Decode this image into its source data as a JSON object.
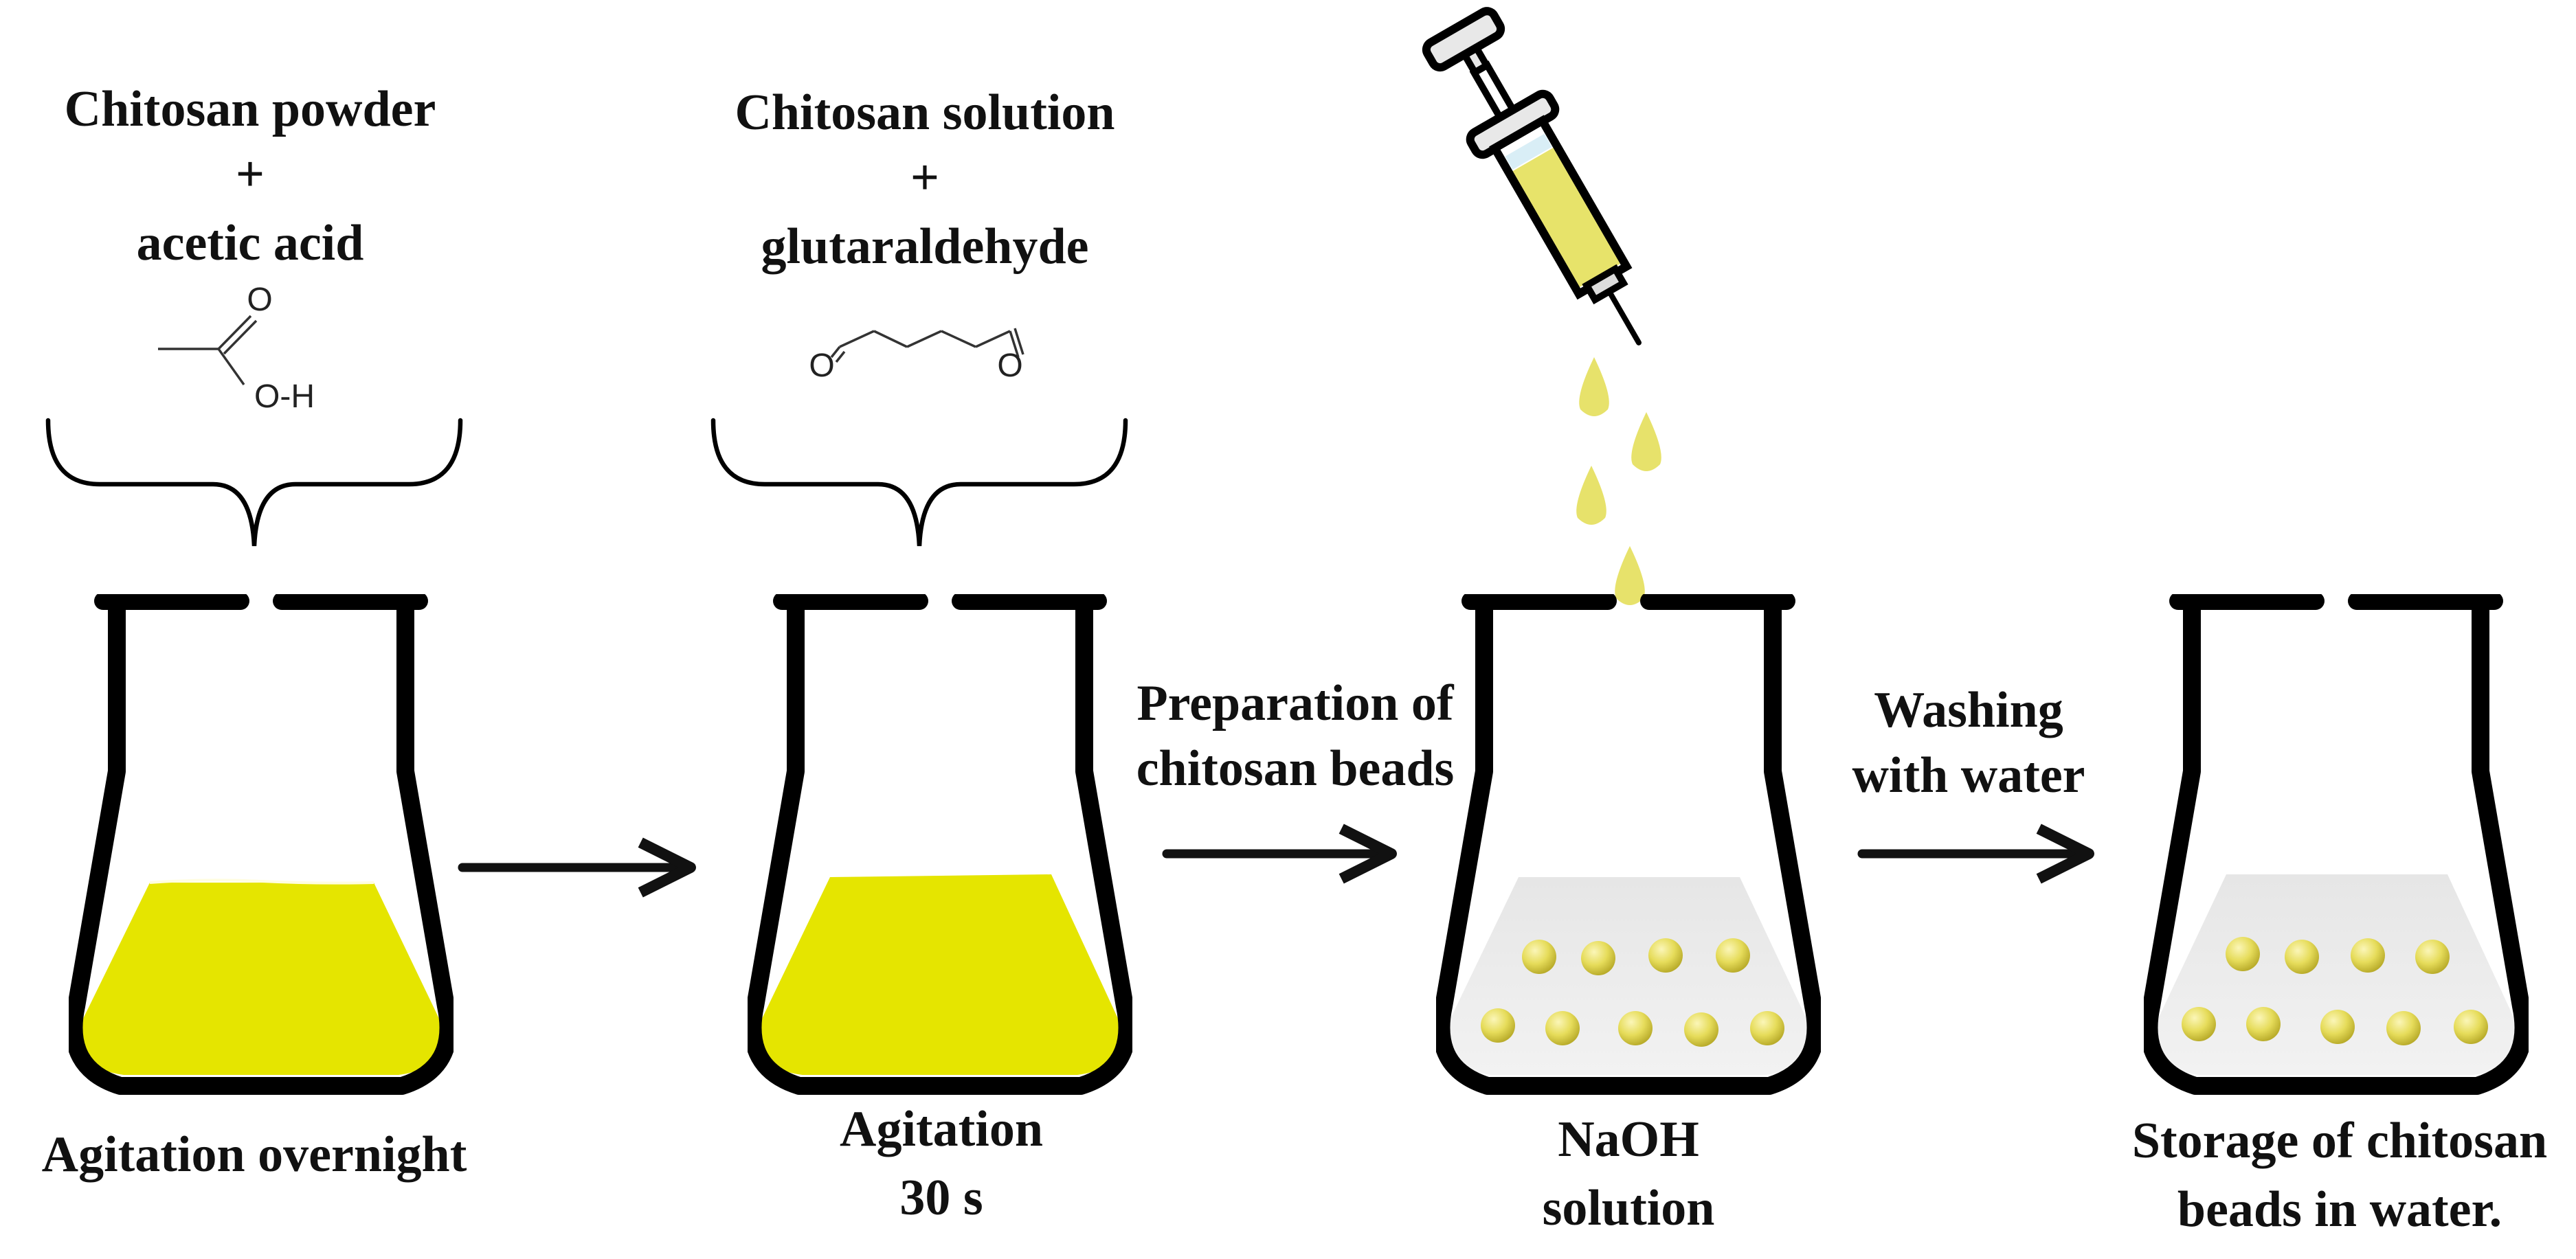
{
  "title": "",
  "colors": {
    "liquid_yellow": "#e5e500",
    "liquid_grey": "#eaeaea",
    "bead": "#e6dc5a",
    "outline": "#000000"
  },
  "step1": {
    "header": [
      "Chitosan powder",
      "+",
      "acetic acid"
    ],
    "molecule": {
      "o_top": "O",
      "oh": "O-H"
    },
    "caption": [
      "Agitation overnight"
    ]
  },
  "step2": {
    "header": [
      "Chitosan solution",
      "+",
      "glutaraldehyde"
    ],
    "molecule": {
      "o_left": "O",
      "o_right": "O"
    },
    "caption": [
      "Agitation",
      "30 s"
    ]
  },
  "arrow2": {
    "label": [
      "Preparation of",
      "chitosan beads"
    ]
  },
  "step3": {
    "caption": [
      "NaOH",
      "solution"
    ]
  },
  "arrow3": {
    "label": [
      "Washing",
      "with water"
    ]
  },
  "step4": {
    "caption": [
      "Storage of chitosan",
      "beads in water."
    ]
  },
  "icons": {
    "syringe": "syringe-icon",
    "flask": "erlenmeyer-flask-icon",
    "drop": "drop-icon",
    "bead": "bead-icon"
  }
}
